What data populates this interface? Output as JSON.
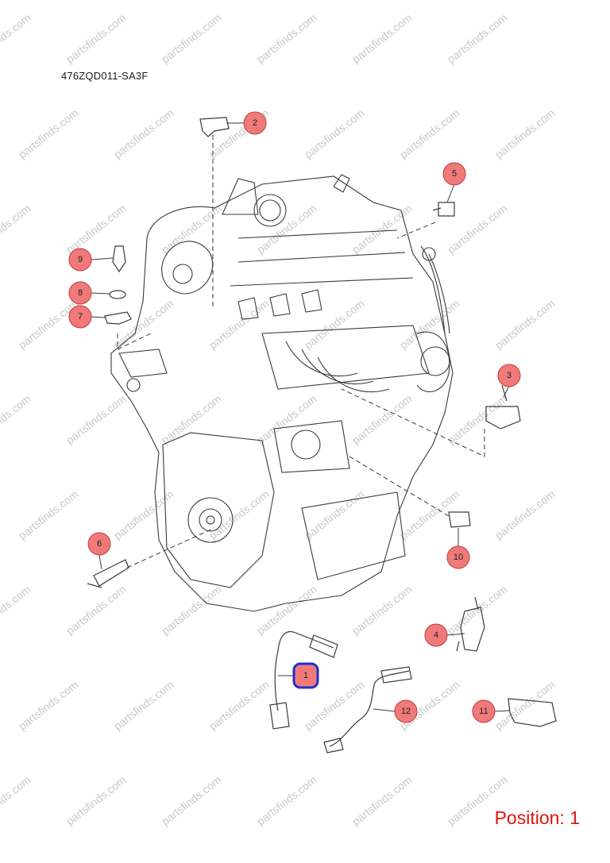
{
  "diagram_code": "476ZQD011-SA3F",
  "watermark_text": "partsfinds.com",
  "position_label": "Position: 1",
  "callouts": [
    "1",
    "2",
    "3",
    "4",
    "5",
    "6",
    "7",
    "8",
    "9",
    "10",
    "11",
    "12"
  ],
  "colors": {
    "callout_fill": "#f07a7a",
    "callout_stroke": "#c23b3b",
    "selected_stroke": "#1f2fd0",
    "line_art": "#3a3a3a",
    "position_text": "#e3140e"
  }
}
